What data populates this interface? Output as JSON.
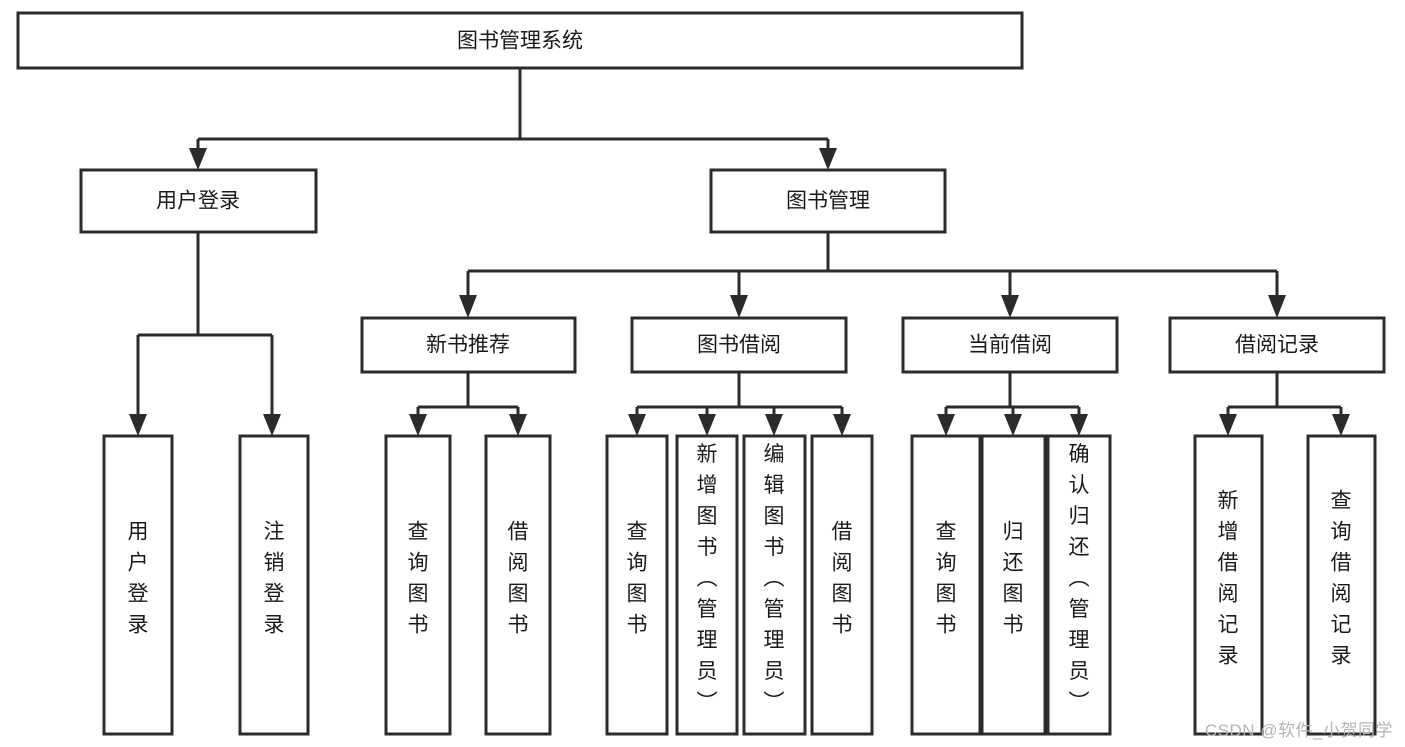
{
  "diagram": {
    "title": "图书管理系统",
    "type": "tree",
    "watermark": "CSDN @软件_小贺同学",
    "colors": {
      "box_stroke": "#2b2b2b",
      "box_fill": "#ffffff",
      "text": "#1a1a1a",
      "background": "#ffffff",
      "watermark": "#b4b4b4"
    },
    "nodes": {
      "root": {
        "label": "图书管理系统",
        "level": 0,
        "orientation": "horizontal"
      },
      "user_login": {
        "label": "用户登录",
        "level": 1,
        "orientation": "horizontal"
      },
      "book_manage": {
        "label": "图书管理",
        "level": 1,
        "orientation": "horizontal"
      },
      "new_book_rec": {
        "label": "新书推荐",
        "level": 2,
        "orientation": "horizontal"
      },
      "book_borrow": {
        "label": "图书借阅",
        "level": 2,
        "orientation": "horizontal"
      },
      "current_borrow": {
        "label": "当前借阅",
        "level": 2,
        "orientation": "horizontal"
      },
      "borrow_record": {
        "label": "借阅记录",
        "level": 2,
        "orientation": "horizontal"
      },
      "leaf_user_login": {
        "label": "用户登录",
        "level": 3,
        "orientation": "vertical"
      },
      "leaf_logout": {
        "label": "注销登录",
        "level": 3,
        "orientation": "vertical"
      },
      "leaf_query_book_a": {
        "label": "查询图书",
        "level": 3,
        "orientation": "vertical"
      },
      "leaf_borrow_book_a": {
        "label": "借阅图书",
        "level": 3,
        "orientation": "vertical"
      },
      "leaf_query_book_b": {
        "label": "查询图书",
        "level": 3,
        "orientation": "vertical"
      },
      "leaf_add_book": {
        "label": "新增图书（管理员）",
        "level": 3,
        "orientation": "vertical"
      },
      "leaf_edit_book": {
        "label": "编辑图书（管理员）",
        "level": 3,
        "orientation": "vertical"
      },
      "leaf_borrow_book_b": {
        "label": "借阅图书",
        "level": 3,
        "orientation": "vertical"
      },
      "leaf_query_book_c": {
        "label": "查询图书",
        "level": 3,
        "orientation": "vertical"
      },
      "leaf_return_book": {
        "label": "归还图书",
        "level": 3,
        "orientation": "vertical"
      },
      "leaf_confirm_return": {
        "label": "确认归还（管理员）",
        "level": 3,
        "orientation": "vertical"
      },
      "leaf_add_record": {
        "label": "新增借阅记录",
        "level": 3,
        "orientation": "vertical"
      },
      "leaf_query_record": {
        "label": "查询借阅记录",
        "level": 3,
        "orientation": "vertical"
      }
    },
    "edges": [
      {
        "from": "root",
        "to": "user_login"
      },
      {
        "from": "root",
        "to": "book_manage"
      },
      {
        "from": "user_login",
        "to": "leaf_user_login"
      },
      {
        "from": "user_login",
        "to": "leaf_logout"
      },
      {
        "from": "book_manage",
        "to": "new_book_rec"
      },
      {
        "from": "book_manage",
        "to": "book_borrow"
      },
      {
        "from": "book_manage",
        "to": "current_borrow"
      },
      {
        "from": "book_manage",
        "to": "borrow_record"
      },
      {
        "from": "new_book_rec",
        "to": "leaf_query_book_a"
      },
      {
        "from": "new_book_rec",
        "to": "leaf_borrow_book_a"
      },
      {
        "from": "book_borrow",
        "to": "leaf_query_book_b"
      },
      {
        "from": "book_borrow",
        "to": "leaf_add_book"
      },
      {
        "from": "book_borrow",
        "to": "leaf_edit_book"
      },
      {
        "from": "book_borrow",
        "to": "leaf_borrow_book_b"
      },
      {
        "from": "current_borrow",
        "to": "leaf_query_book_c"
      },
      {
        "from": "current_borrow",
        "to": "leaf_return_book"
      },
      {
        "from": "current_borrow",
        "to": "leaf_confirm_return"
      },
      {
        "from": "borrow_record",
        "to": "leaf_add_record"
      },
      {
        "from": "borrow_record",
        "to": "leaf_query_record"
      }
    ]
  }
}
